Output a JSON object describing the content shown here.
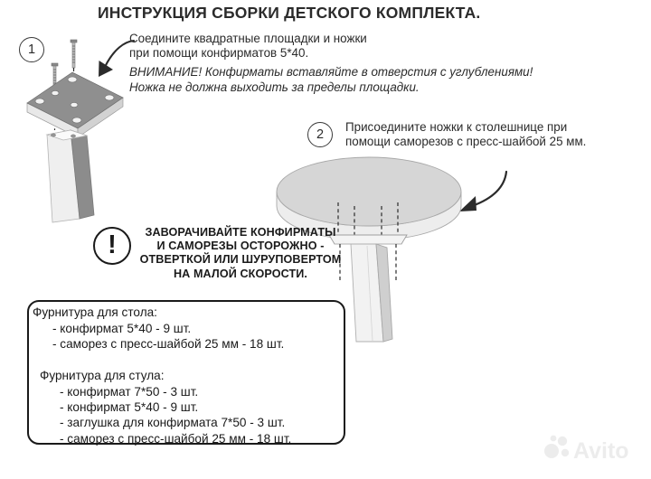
{
  "document": {
    "title": "ИНСТРУКЦИЯ СБОРКИ ДЕТСКОГО КОМПЛЕКТА."
  },
  "steps": [
    {
      "number": "1",
      "text": "Соедините квадратные площадки и ножки\nпри помощи конфирматов 5*40.",
      "warning": "ВНИМАНИЕ! Конфирматы вставляйте в отверстия с углублениями!\nНожка не должна выходить за пределы площадки."
    },
    {
      "number": "2",
      "text": "Присоедините ножки к столешнице при\nпомощи саморезов с пресс-шайбой 25 мм."
    }
  ],
  "caution": {
    "symbol": "!",
    "lines": [
      "ЗАВОРАЧИВАЙТЕ КОНФИРМАТЫ",
      "И САМОРЕЗЫ ОСТОРОЖНО -",
      "ОТВЕРТКОЙ ИЛИ ШУРУПОВЕРТОМ",
      "НА МАЛОЙ СКОРОСТИ."
    ]
  },
  "parts": {
    "table": {
      "title": "Фурнитура для стола:",
      "items": [
        "- конфирмат 5*40 - 9 шт.",
        "- саморез с пресс-шайбой 25 мм - 18 шт."
      ]
    },
    "chair": {
      "title": "Фурнитура для стула:",
      "items": [
        "- конфирмат 7*50 - 3 шт.",
        "- конфирмат 5*40 - 9 шт.",
        "- заглушка для конфирмата 7*50 - 3 шт.",
        "- саморез с пресс-шайбой 25 мм - 18 шт."
      ]
    }
  },
  "watermark": {
    "label": "Avito"
  },
  "colors": {
    "ink": "#1a1a1a",
    "plate_top": "#8f8f8f",
    "plate_edge": "#e6e6e6",
    "leg_light": "#efefef",
    "leg_dark": "#8c8c8c",
    "tabletop": "#d6d6d6",
    "tabletop_edge": "#ededed",
    "background": "#ffffff"
  }
}
